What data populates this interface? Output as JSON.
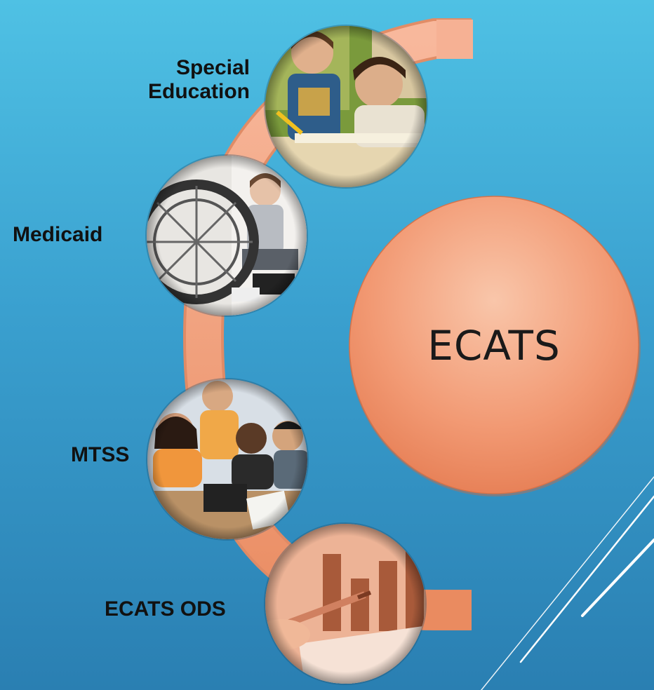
{
  "diagram": {
    "center_label": "ECATS",
    "items": [
      {
        "label_lines": [
          "Special",
          "Education"
        ],
        "image": "children-reading-photo"
      },
      {
        "label_lines": [
          "Medicaid"
        ],
        "image": "wheelchair-student-photo"
      },
      {
        "label_lines": [
          "MTSS"
        ],
        "image": "students-laptop-photo"
      },
      {
        "label_lines": [
          "ECATS ODS"
        ],
        "image": "chart-pen-report-photo"
      }
    ]
  },
  "colors": {
    "background_top": "#4fc1e4",
    "background_bottom": "#2a7fb2",
    "arc": "#f4a688",
    "arc_shadow": "#e0835e",
    "center_circle_top": "#f9c0a3",
    "center_circle_bottom": "#e87f55",
    "decor_lines": "#ffffff"
  }
}
